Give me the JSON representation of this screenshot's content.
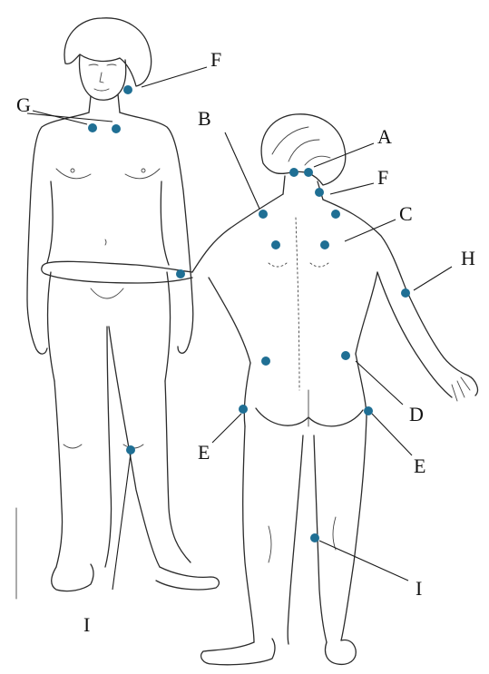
{
  "labels": {
    "a": "A",
    "b": "B",
    "c": "C",
    "d": "D",
    "e_left": "E",
    "e_right": "E",
    "f_front": "F",
    "f_back": "F",
    "g": "G",
    "h": "H",
    "i_front": "I",
    "i_back": "I"
  },
  "colors": {
    "tender_point": "#1f6f94",
    "outline": "#2b2b2b"
  }
}
